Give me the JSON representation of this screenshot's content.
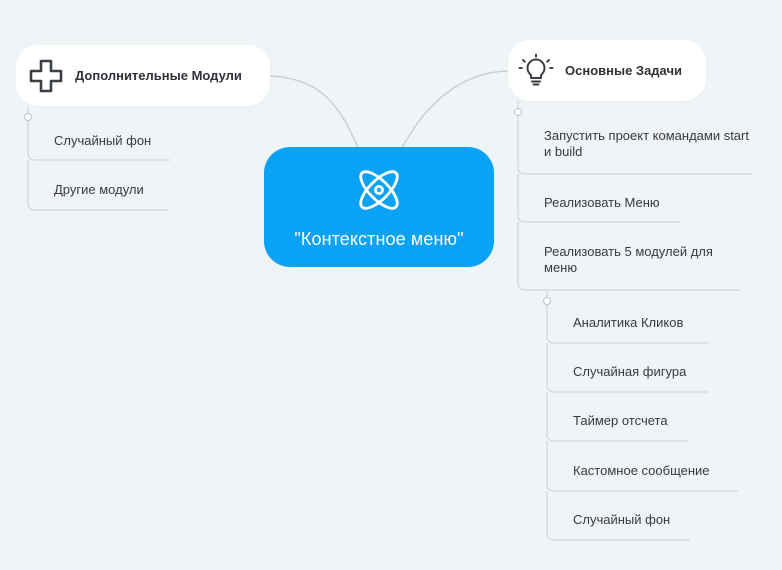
{
  "central_topic": {
    "label": "\"Контекстное меню\"",
    "icon": "atom-icon",
    "color": "#0aa2f4"
  },
  "left_branch": {
    "label": "Дополнительные Модули",
    "icon": "plus-icon",
    "children": [
      "Случайный фон",
      "Другие модули"
    ]
  },
  "right_branch": {
    "label": "Основные Задачи",
    "icon": "lightbulb-icon",
    "children": [
      "Запустить проект командами start и build",
      "Реализовать Меню",
      "Реализовать 5 модулей для меню"
    ],
    "modules": [
      "Аналитика Кликов",
      "Случайная фигура",
      "Таймер отсчета",
      "Кастомное сообщение",
      "Случайный фон"
    ]
  },
  "colors": {
    "background": "#eff4f7",
    "connector": "#c9d0d6",
    "topic_background": "#ffffff"
  }
}
